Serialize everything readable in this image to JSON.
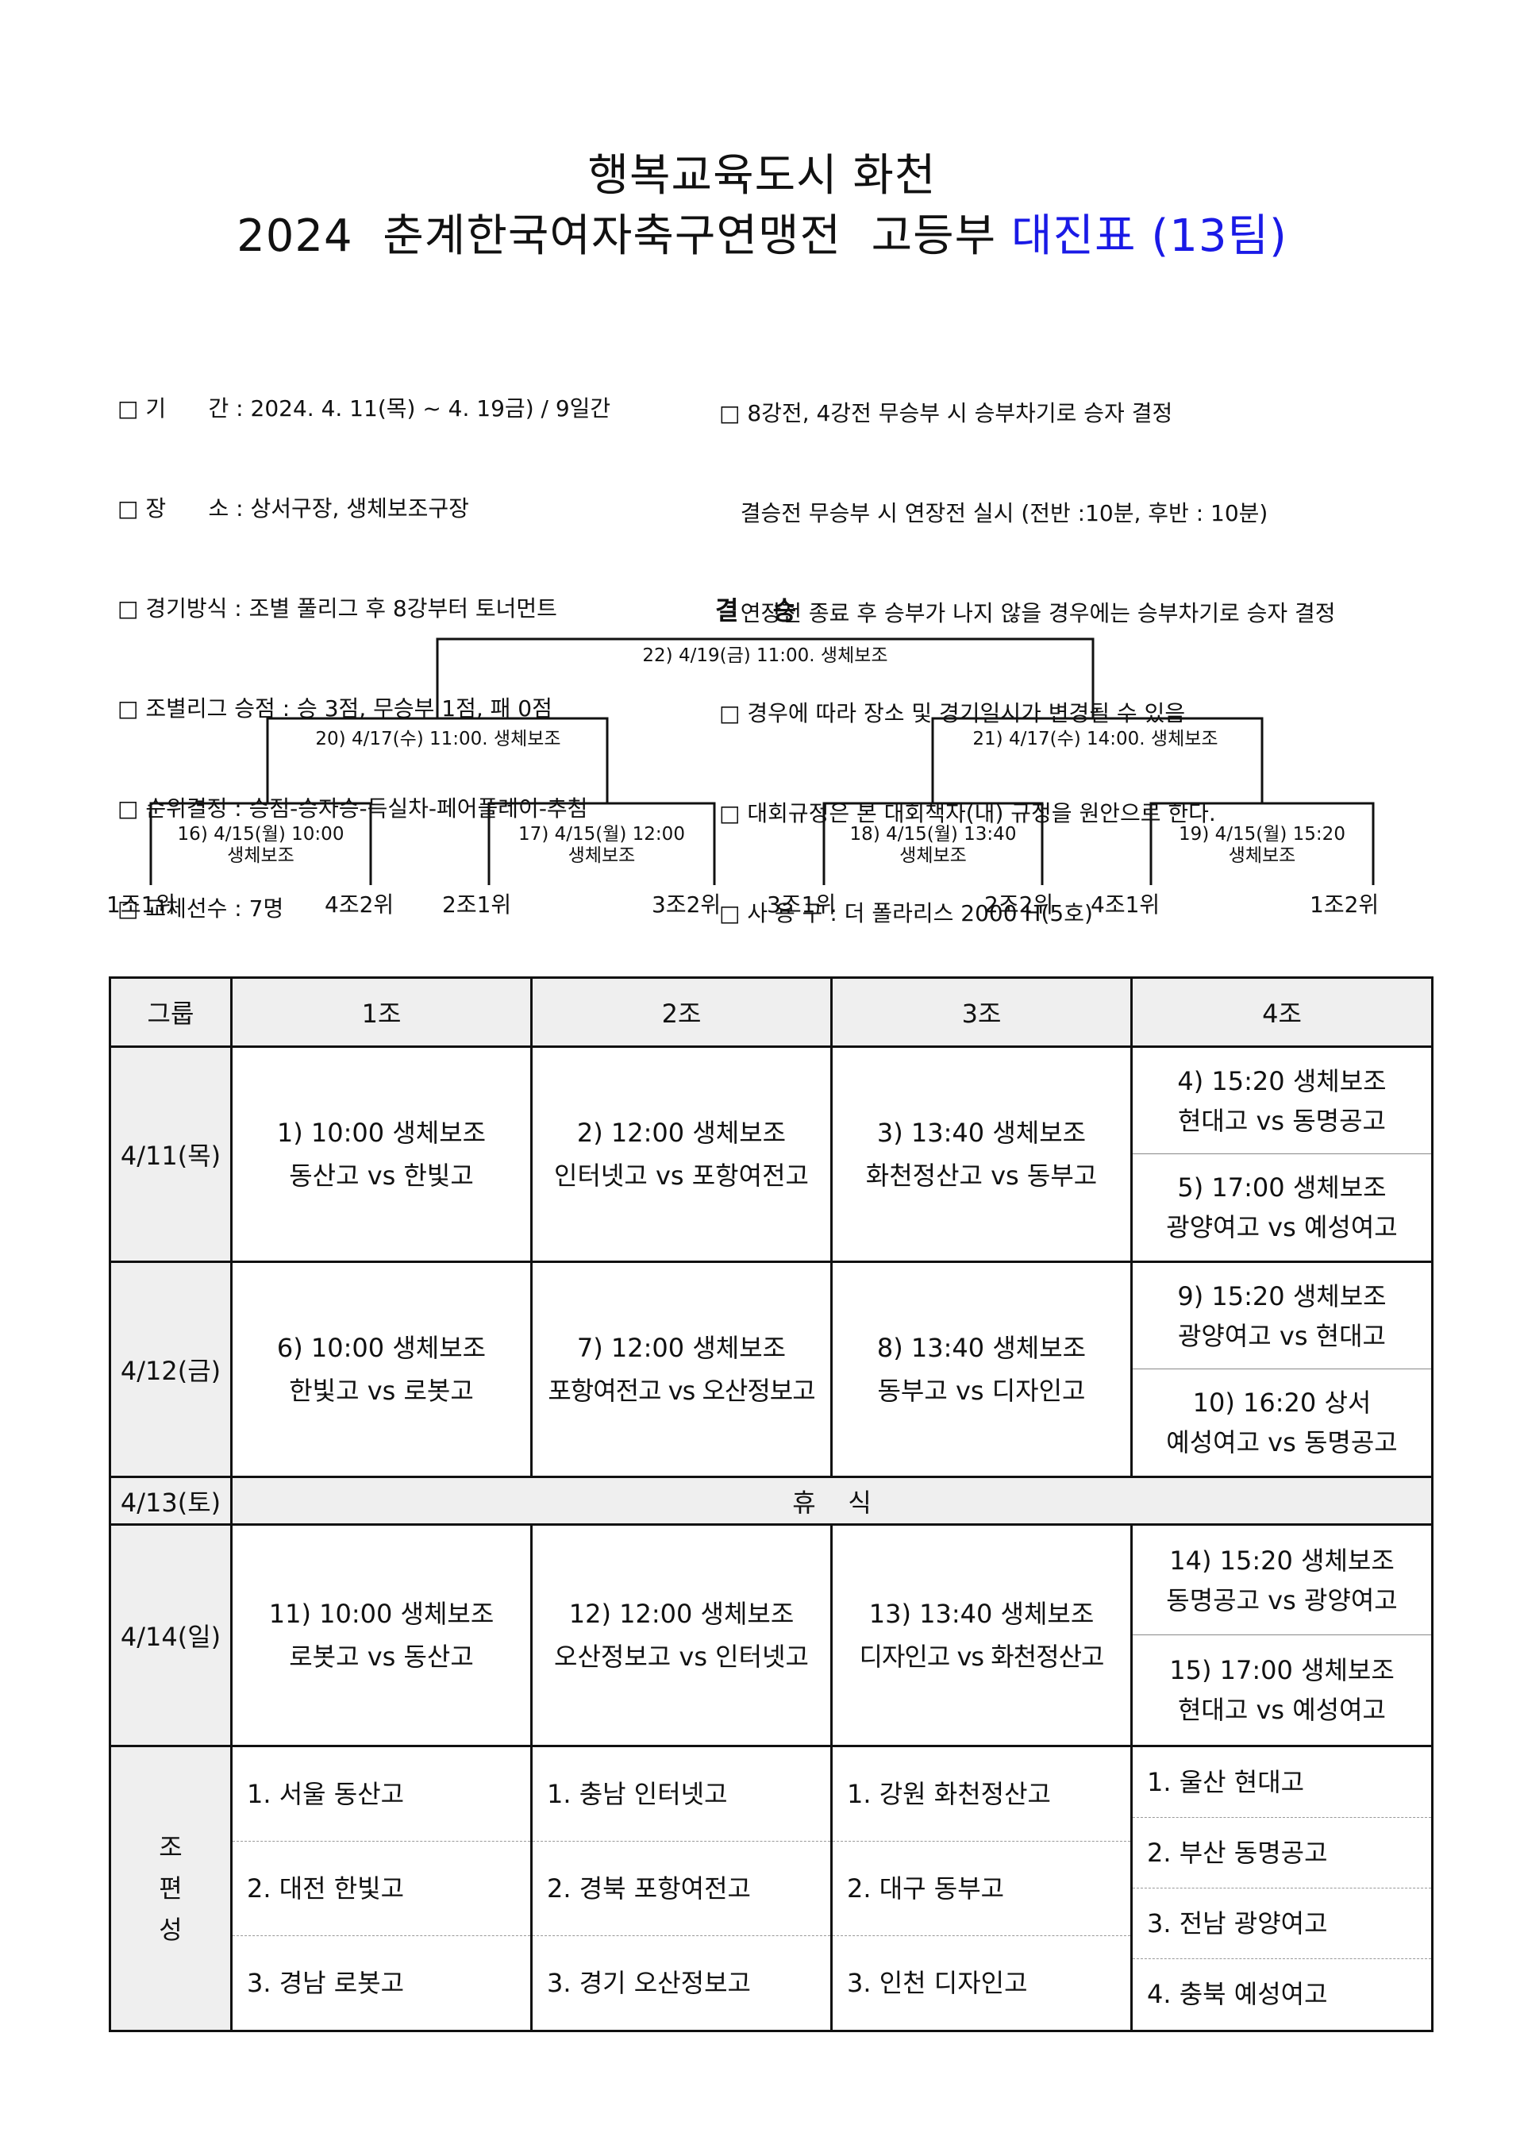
{
  "header": {
    "title_line1": "행복교육도시 화천",
    "title_line2_main": "2024  춘계한국여자축구연맹전  고등부 ",
    "title_line2_highlight": "대진표 (13팀)",
    "highlight_color": "#1a1ae6"
  },
  "info_left": [
    "□ 기      간 : 2024. 4. 11(목) ~ 4. 19금) / 9일간",
    "□ 장      소 : 상서구장, 생체보조구장",
    "□ 경기방식 : 조별 풀리그 후 8강부터 토너먼트",
    "□ 조별리그 승점 : 승 3점, 무승부 1점, 패 0점",
    "□ 순위결정 : 승점-승자승-득실차-페어플레이-추첨",
    "□ 교체선수 : 7명"
  ],
  "info_right": [
    "□ 8강전, 4강전 무승부 시 승부차기로 승자 결정",
    "   결승전 무승부 시 연장전 실시 (전반 :10분, 후반 : 10분)",
    "   연장전 종료 후 승부가 나지 않을 경우에는 승부차기로 승자 결정",
    "□ 경우에 따라 장소 및 경기일시가 변경될 수 있음",
    "□ 대회규정은 본 대회책자(내) 규정을 원안으로 한다.",
    "□ 사 용 구 : 더 폴라리스 2000 H(5호)"
  ],
  "bracket": {
    "final_title": "결 승",
    "final": "22) 4/19(금) 11:00. 생체보조",
    "semi1": "20) 4/17(수) 11:00. 생체보조",
    "semi2": "21) 4/17(수) 14:00. 생체보조",
    "qf": [
      {
        "line1": "16) 4/15(월) 10:00",
        "line2": "생체보조"
      },
      {
        "line1": "17) 4/15(월) 12:00",
        "line2": "생체보조"
      },
      {
        "line1": "18) 4/15(월) 13:40",
        "line2": "생체보조"
      },
      {
        "line1": "19) 4/15(월) 15:20",
        "line2": "생체보조"
      }
    ],
    "slots": [
      "1조1위",
      "4조2위",
      "2조1위",
      "3조2위",
      "3조1위",
      "2조2위",
      "4조1위",
      "1조2위"
    ]
  },
  "schedule": {
    "headers": [
      "그룹",
      "1조",
      "2조",
      "3조",
      "4조"
    ],
    "days": [
      {
        "date": "4/11(목)",
        "g1": [
          "1) 10:00 생체보조",
          "동산고 vs 한빛고"
        ],
        "g2": [
          "2) 12:00 생체보조",
          "인터넷고 vs 포항여전고"
        ],
        "g3": [
          "3) 13:40 생체보조",
          "화천정산고 vs 동부고"
        ],
        "g4a": [
          "4) 15:20 생체보조",
          "현대고 vs 동명공고"
        ],
        "g4b": [
          "5) 17:00 생체보조",
          "광양여고 vs 예성여고"
        ]
      },
      {
        "date": "4/12(금)",
        "g1": [
          "6) 10:00 생체보조",
          "한빛고 vs 로봇고"
        ],
        "g2": [
          "7) 12:00 생체보조",
          "포항여전고 vs 오산정보고"
        ],
        "g3": [
          "8) 13:40 생체보조",
          "동부고 vs 디자인고"
        ],
        "g4a": [
          "9) 15:20 생체보조",
          "광양여고 vs 현대고"
        ],
        "g4b": [
          "10) 16:20 상서",
          "예성여고 vs 동명공고"
        ]
      },
      {
        "date": "4/14(일)",
        "g1": [
          "11) 10:00 생체보조",
          "로봇고 vs 동산고"
        ],
        "g2": [
          "12) 12:00 생체보조",
          "오산정보고 vs 인터넷고"
        ],
        "g3": [
          "13) 13:40 생체보조",
          "디자인고 vs 화천정산고"
        ],
        "g4a": [
          "14) 15:20 생체보조",
          "동명공고 vs 광양여고"
        ],
        "g4b": [
          "15) 17:00 생체보조",
          "현대고 vs 예성여고"
        ]
      }
    ],
    "rest_day": {
      "date": "4/13(토)",
      "label": "휴    식"
    },
    "groups_label": "조 편 성",
    "groups": {
      "g1": [
        "1. 서울 동산고",
        "2. 대전 한빛고",
        "3. 경남 로봇고"
      ],
      "g2": [
        "1. 충남 인터넷고",
        "2. 경북 포항여전고",
        "3. 경기 오산정보고"
      ],
      "g3": [
        "1. 강원 화천정산고",
        "2. 대구 동부고",
        "3. 인천 디자인고"
      ],
      "g4": [
        "1. 울산 현대고",
        "2. 부산 동명공고",
        "3. 전남 광양여고",
        "4. 충북 예성여고"
      ]
    }
  }
}
